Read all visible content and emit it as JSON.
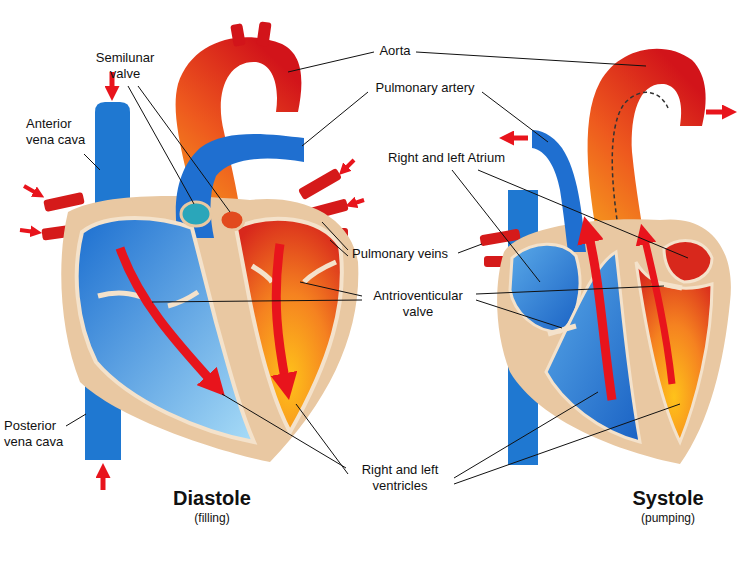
{
  "diagram": {
    "labels": [
      "Semilunar valve",
      "Aorta",
      "Pulmonary artery",
      "Anterior vena cava",
      "Right and left Atrium",
      "Pulmonary veins",
      "Antrioventicular valve",
      "Posterior vena cava",
      "Right and left ventricles",
      "Diastole",
      "(filling)",
      "Systole",
      "(pumping)"
    ]
  }
}
